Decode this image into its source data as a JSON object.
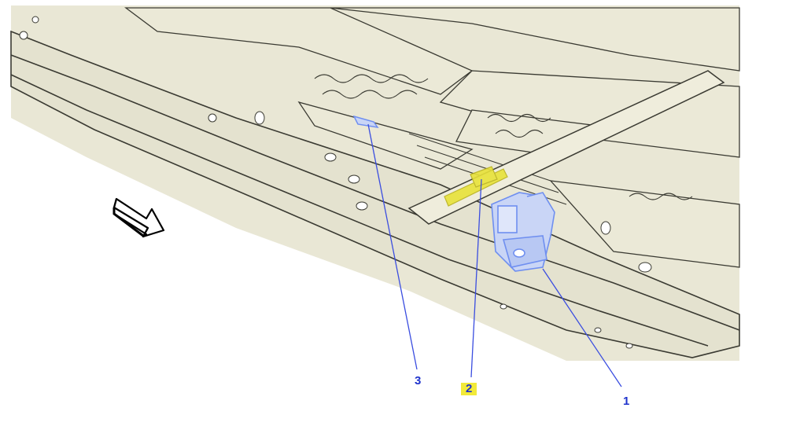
{
  "diagram": {
    "callouts": [
      {
        "id": "1",
        "label": "1"
      },
      {
        "id": "2",
        "label": "2"
      },
      {
        "id": "3",
        "label": "3"
      }
    ],
    "colors": {
      "chassis_fill": "#e9e7d5",
      "chassis_line": "#3a3a32",
      "part_blue": "#6f8ff0",
      "part_yellow": "#e8e23a",
      "leader_line": "#3a4de0",
      "callout_text": "#1f33cc",
      "highlight_bg": "#f2ea3a"
    },
    "icons": {
      "direction_arrow": "forward-arrow-icon"
    }
  }
}
